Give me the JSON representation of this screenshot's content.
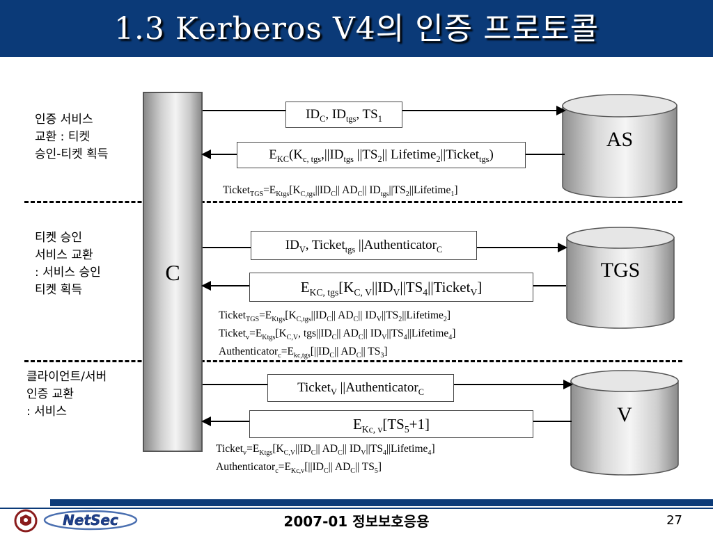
{
  "title": "1.3 Kerberos V4의 인증 프로토콜",
  "phases": [
    {
      "lines": [
        "인증 서비스",
        "교환 : 티켓",
        "승인-티켓 획득"
      ]
    },
    {
      "lines": [
        "티켓 승인",
        "서비스 교환",
        ": 서비스 승인",
        "티켓 획득"
      ]
    },
    {
      "lines": [
        "클라이언트/서버",
        "인증 교환",
        ": 서비스"
      ]
    }
  ],
  "client": {
    "label": "C"
  },
  "servers": [
    {
      "label": "AS"
    },
    {
      "label": "TGS"
    },
    {
      "label": "V"
    }
  ],
  "footer": {
    "course": "2007-01 정보보호응용",
    "page": "27",
    "logo_text": "NetSec"
  },
  "colors": {
    "header": "#0b3a78",
    "title_text": "#ffffff"
  }
}
